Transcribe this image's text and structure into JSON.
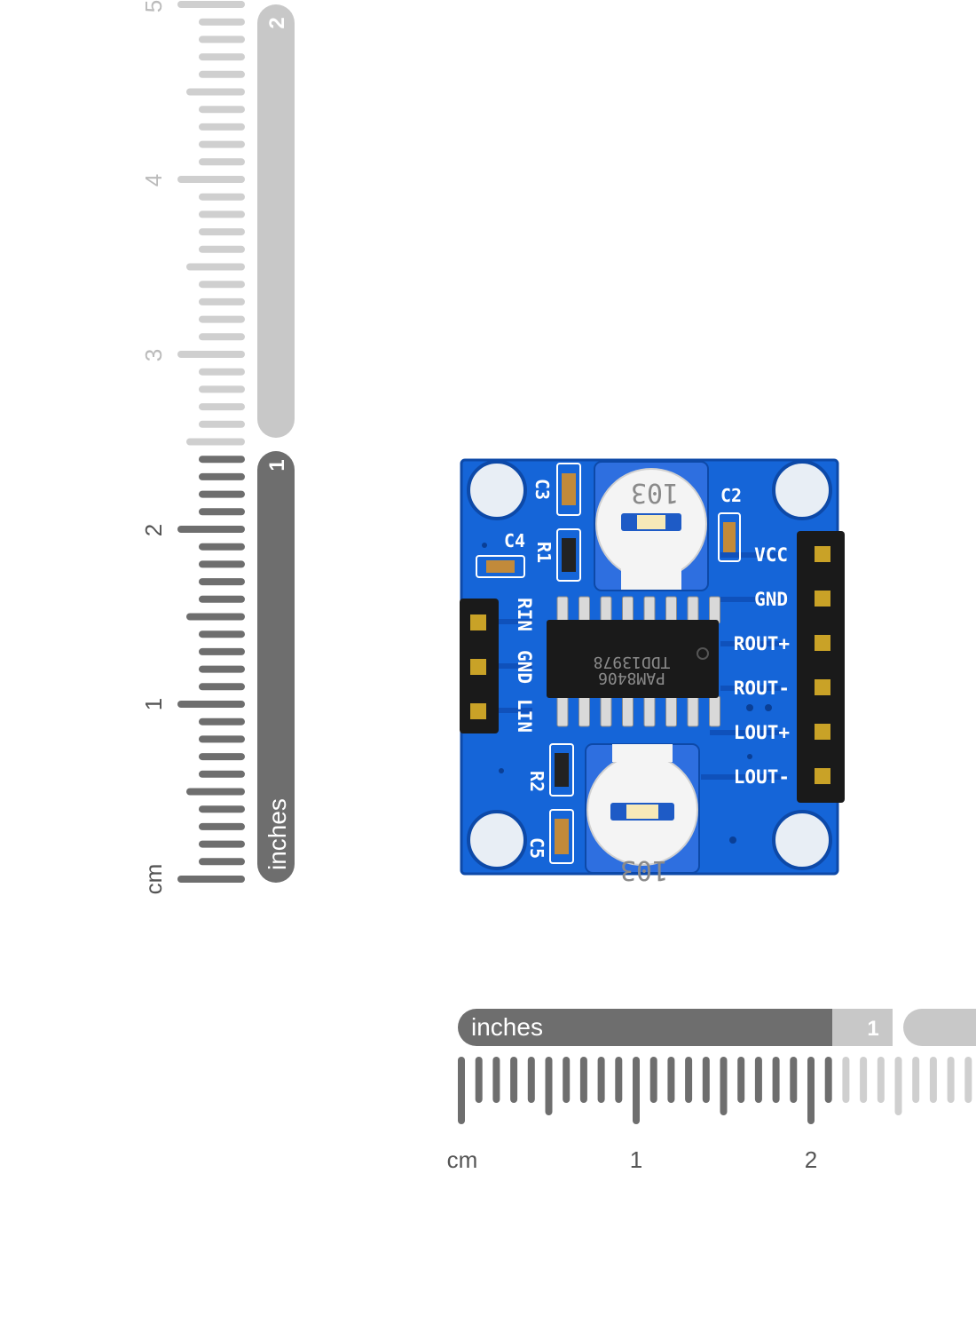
{
  "vertical_ruler": {
    "unit_label": "cm",
    "cm_labels": [
      "1",
      "2",
      "3",
      "4",
      "5"
    ],
    "inch_label": "inches",
    "inch_numbers": [
      "1",
      "2"
    ]
  },
  "horizontal_ruler": {
    "unit_label": "cm",
    "cm_labels": [
      "1",
      "2"
    ],
    "inch_label": "inches",
    "inch_numbers": [
      "1"
    ]
  },
  "board": {
    "chip_line1": "TDD13978",
    "chip_line2": "PAM8406",
    "pot_top_label": "103",
    "pot_bottom_label": "103",
    "component_labels": [
      "C3",
      "C2",
      "C4",
      "R1",
      "R2",
      "C5"
    ],
    "left_header_pins": [
      "RIN",
      "GND",
      "LIN"
    ],
    "right_header_pins": [
      "VCC",
      "GND",
      "ROUT+",
      "ROUT-",
      "LOUT+",
      "LOUT-"
    ],
    "colors": {
      "pcb": "#1565d8",
      "pcb_trace": "#0f4fb8",
      "header": "#1a1a1a",
      "pin": "#c9a227",
      "pot_base": "#2e6fe0",
      "pot_knob": "#f4f4f4"
    }
  }
}
